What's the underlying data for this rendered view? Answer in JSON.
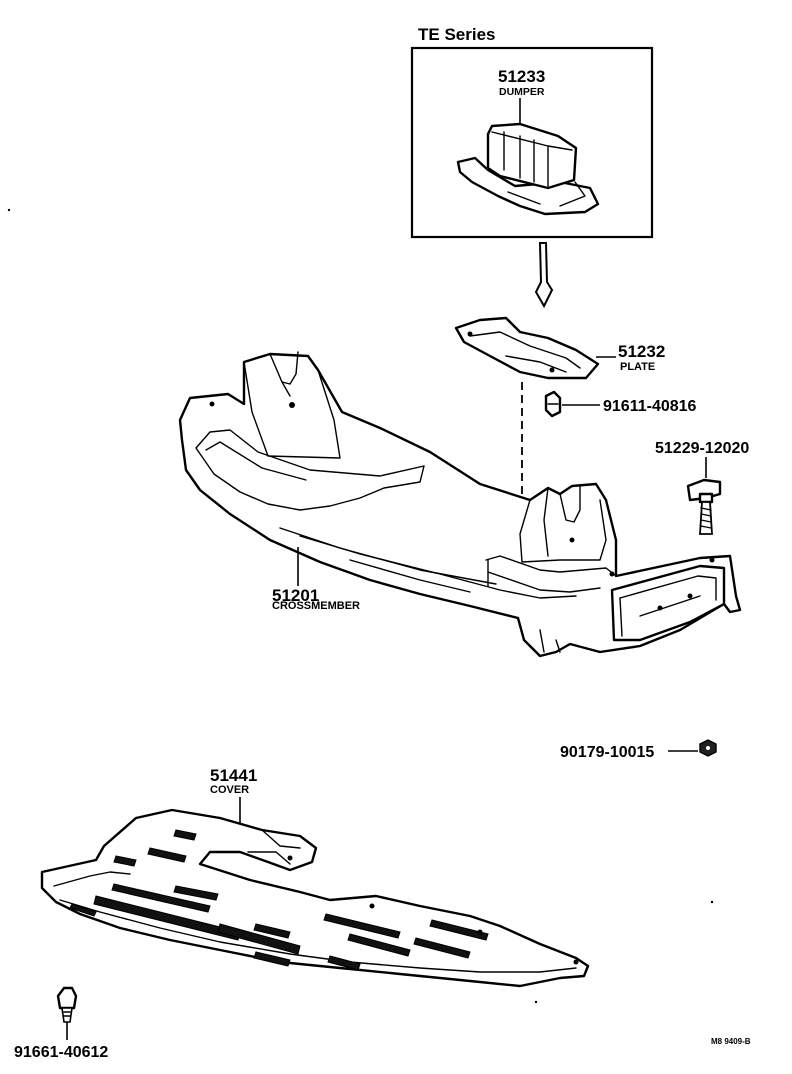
{
  "inset": {
    "title": "TE Series"
  },
  "parts": {
    "dumper": {
      "number": "51233",
      "name": "DUMPER"
    },
    "plate": {
      "number": "51232",
      "name": "PLATE"
    },
    "bolt_plate": {
      "number": "91611-40816"
    },
    "bolt_bracket": {
      "number": "51229-12020"
    },
    "crossmember": {
      "number": "51201",
      "name": "CROSSMEMBER"
    },
    "nut": {
      "number": "90179-10015"
    },
    "cover": {
      "number": "51441",
      "name": "COVER"
    },
    "bolt_cover": {
      "number": "91661-40612"
    }
  },
  "footer": {
    "code": "M8 9409-B"
  }
}
